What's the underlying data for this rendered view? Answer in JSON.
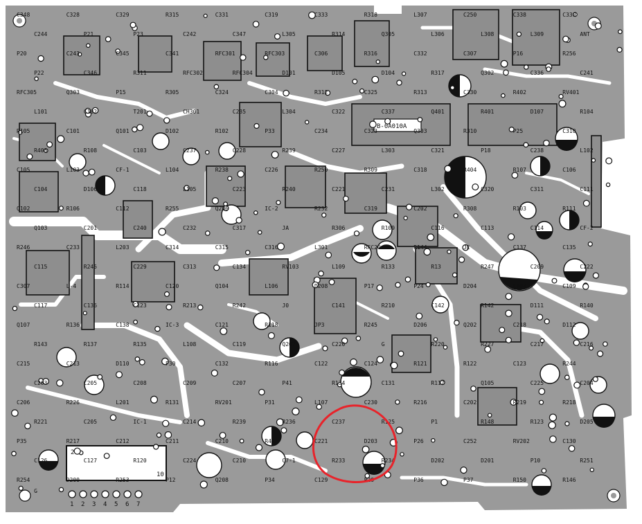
{
  "board": {
    "colors": {
      "copper": "#9a9a9a",
      "trace": "#ffffff",
      "ink": "#111111",
      "highlight": "#e8232a"
    },
    "ic_chip": {
      "pin_high": "20",
      "pin_low": "10"
    },
    "connector_pins": [
      "1",
      "2",
      "3",
      "4",
      "5",
      "6",
      "7"
    ],
    "transformer_marking": "B-0A010A",
    "labels": [
      "C348",
      "C328",
      "C329",
      "R315",
      "C331",
      "C319",
      "C333",
      "R318",
      "L307",
      "C250",
      "C338",
      "C339",
      "C244",
      "P21",
      "P23",
      "C242",
      "C347",
      "L305",
      "R314",
      "Q305",
      "L306",
      "L308",
      "L309",
      "ANT",
      "P20",
      "C243",
      "C345",
      "C341",
      "RFC301",
      "RFC303",
      "C306",
      "R316",
      "C332",
      "C307",
      "P16",
      "R256",
      "P22",
      "C346",
      "R311",
      "RFC302",
      "RFC304",
      "D101",
      "D105",
      "D104",
      "R317",
      "Q302",
      "C336",
      "C241",
      "RFC305",
      "Q303",
      "P15",
      "R305",
      "C324",
      "C304",
      "R312",
      "C325",
      "R313",
      "C330",
      "R402",
      "RV401",
      "L101",
      "C102",
      "T201",
      "CH301",
      "C235",
      "L304",
      "C322",
      "C337",
      "Q401",
      "R401",
      "D107",
      "R104",
      "R105",
      "C101",
      "Q101",
      "D102",
      "R102",
      "P33",
      "C234",
      "C323",
      "Q303",
      "R310",
      "P25",
      "C310",
      "R403",
      "R108",
      "C103",
      "C237",
      "C228",
      "R239",
      "C227",
      "L303",
      "C321",
      "P18",
      "C238",
      "L102",
      "C105",
      "L103",
      "CF-1",
      "L104",
      "R238",
      "C226",
      "R250",
      "R309",
      "C318",
      "R404",
      "R107",
      "C106",
      "C104",
      "D106",
      "C118",
      "L105",
      "C223",
      "R240",
      "C221",
      "C231",
      "L302",
      "C320",
      "C311",
      "C111",
      "Q102",
      "R106",
      "C112",
      "R255",
      "Q206",
      "IC-2",
      "R232",
      "C319",
      "C202",
      "R308",
      "R103",
      "R111",
      "Q103",
      "C201",
      "C240",
      "C232",
      "C317",
      "JA",
      "R306",
      "R109",
      "C116",
      "C113",
      "C114",
      "CF-2",
      "R246",
      "C233",
      "L203",
      "C314",
      "C315",
      "C316",
      "L301",
      "RFC20",
      "R144",
      "JE",
      "C137",
      "C135",
      "C115",
      "R245",
      "C229",
      "C313",
      "C134",
      "RV103",
      "L109",
      "R133",
      "R13",
      "R247",
      "C209",
      "C222",
      "C307",
      "L-4",
      "R114",
      "C120",
      "Q104",
      "L106",
      "D208",
      "P17",
      "P24",
      "D204",
      "C108",
      "C109",
      "C117",
      "C136",
      "C123",
      "R213",
      "R242",
      "J0",
      "C141",
      "R210",
      "C142",
      "R142",
      "D111",
      "R140",
      "Q107",
      "R136",
      "C138",
      "IC-3",
      "C121",
      "R118",
      "JP3",
      "R245",
      "D206",
      "Q202",
      "C218",
      "D112",
      "R143",
      "R137",
      "R135",
      "L108",
      "C119",
      "Q207",
      "C220",
      "G",
      "R220",
      "R227",
      "C217",
      "C216",
      "C215",
      "C213",
      "D110",
      "P30",
      "C132",
      "R116",
      "C122",
      "C124",
      "R121",
      "R122",
      "C123",
      "R244",
      "C203",
      "C205",
      "C208",
      "C209",
      "C207",
      "P41",
      "R134",
      "C131",
      "R117",
      "Q105",
      "C225",
      "C204",
      "C206",
      "R226",
      "L201",
      "R131",
      "RV201",
      "P31",
      "L107",
      "C230",
      "R216",
      "C202",
      "R219",
      "R218",
      "R221",
      "C205",
      "IC-1",
      "C214",
      "R239",
      "R236",
      "C237",
      "R125",
      "P1",
      "R148",
      "R123",
      "D205",
      "P35",
      "R217",
      "C212",
      "C211",
      "C210",
      "R42",
      "C221",
      "D203",
      "P26",
      "C252",
      "RV202",
      "C130",
      "C126",
      "C127",
      "R120",
      "C224",
      "C210",
      "C7-1",
      "R233",
      "R234",
      "D202",
      "D201",
      "P10",
      "R251",
      "R254",
      "D200",
      "R253",
      "P12",
      "Q208",
      "P34",
      "C129",
      "P29",
      "P36",
      "P37",
      "R150",
      "R146",
      "G"
    ]
  }
}
